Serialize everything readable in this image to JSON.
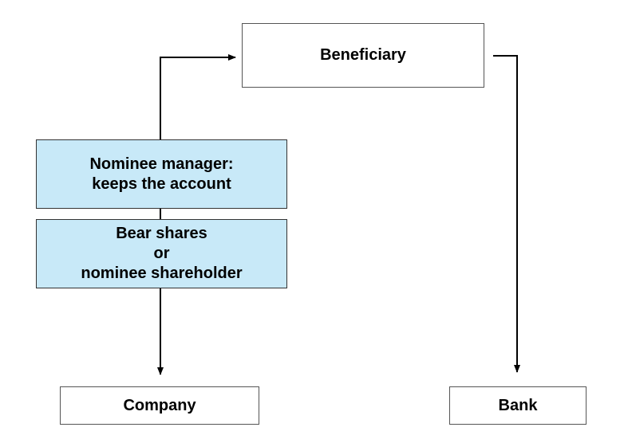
{
  "diagram": {
    "nodes": {
      "beneficiary": {
        "label": "Beneficiary"
      },
      "nominee_manager": {
        "lines": [
          "Nominee manager:",
          "keeps the account"
        ]
      },
      "bearer_shares": {
        "lines": [
          "Bear shares",
          "or",
          "nominee shareholder"
        ]
      },
      "company": {
        "label": "Company"
      },
      "bank": {
        "label": "Bank"
      }
    },
    "edges": [
      {
        "from": "nominee_manager",
        "to": "beneficiary"
      },
      {
        "from": "nominee_manager",
        "to": "bearer_shares"
      },
      {
        "from": "bearer_shares",
        "to": "company"
      },
      {
        "from": "beneficiary",
        "to": "bank"
      }
    ],
    "colors": {
      "highlight_fill": "#c8e9f8",
      "stroke": "#000000"
    }
  }
}
